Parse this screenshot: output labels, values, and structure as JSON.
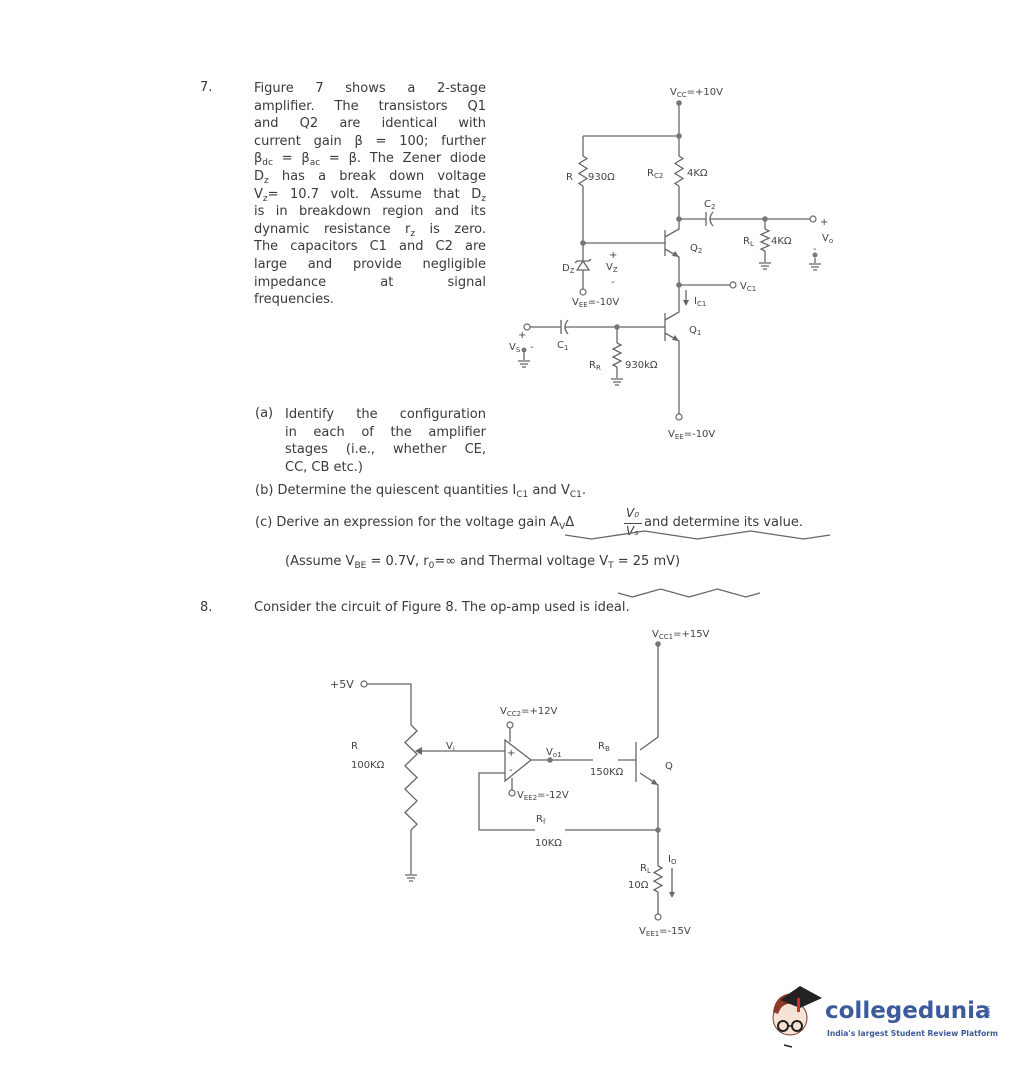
{
  "q7": {
    "number": "7.",
    "intro_lines": [
      [
        {
          "t": "Figure 7 shows a 2-stage"
        }
      ],
      [
        {
          "t": "amplifier. The transistors Q1"
        }
      ],
      [
        {
          "t": "and Q2 are identical with"
        }
      ],
      [
        {
          "t": "current gain β = 100; further"
        }
      ],
      [
        {
          "t": "β"
        },
        {
          "t": "dc",
          "s": 1
        },
        {
          "t": " = β"
        },
        {
          "t": "ac",
          "s": 1
        },
        {
          "t": " = β. The Zener diode"
        }
      ],
      [
        {
          "t": "D"
        },
        {
          "t": "z",
          "s": 1
        },
        {
          "t": " has a break down voltage"
        }
      ],
      [
        {
          "t": "V"
        },
        {
          "t": "z",
          "s": 1
        },
        {
          "t": "= 10.7 volt. Assume that D"
        },
        {
          "t": "z",
          "s": 1
        }
      ],
      [
        {
          "t": "is in breakdown region and its"
        }
      ],
      [
        {
          "t": "dynamic resistance r"
        },
        {
          "t": "z",
          "s": 1
        },
        {
          "t": " is zero."
        }
      ],
      [
        {
          "t": "The capacitors C1 and C2 are"
        }
      ],
      [
        {
          "t": "large and provide negligible"
        }
      ],
      [
        {
          "t": "impedance at signal"
        }
      ],
      [
        {
          "t": "frequencies."
        }
      ]
    ],
    "part_a": {
      "label": "(a)",
      "lines": [
        [
          {
            "t": "Identify the configuration"
          }
        ],
        [
          {
            "t": "in each of the amplifier"
          }
        ],
        [
          {
            "t": "stages (i.e., whether CE,"
          }
        ],
        [
          {
            "t": "CC, CB etc.)"
          }
        ]
      ]
    },
    "part_b": [
      {
        "t": "(b) Determine the quiescent quantities I"
      },
      {
        "t": "C1",
        "s": 1
      },
      {
        "t": " and V"
      },
      {
        "t": "C1",
        "s": 1
      },
      {
        "t": "."
      }
    ],
    "part_c": [
      {
        "t": "(c) Derive an expression for the voltage gain A"
      },
      {
        "t": "V",
        "s": 1
      },
      {
        "t": "Δ"
      }
    ],
    "part_c_fraction": {
      "num": "V₀",
      "den": "Vₛ"
    },
    "part_c_end": "and determine its value.",
    "assume": [
      {
        "t": "(Assume V"
      },
      {
        "t": "BE",
        "s": 1
      },
      {
        "t": " = 0.7V, r"
      },
      {
        "t": "0",
        "s": 1
      },
      {
        "t": "=∞ and Thermal voltage V"
      },
      {
        "t": "T",
        "s": 1
      },
      {
        "t": " = 25 mV)"
      }
    ]
  },
  "figure7": {
    "vcc": [
      {
        "t": "V"
      },
      {
        "t": "CC",
        "s": 1
      },
      {
        "t": "=+10V"
      }
    ],
    "r_label": [
      {
        "t": "R"
      }
    ],
    "r_value": [
      {
        "t": "930Ω"
      }
    ],
    "rc2_label": [
      {
        "t": "R"
      },
      {
        "t": "C2",
        "s": 1
      }
    ],
    "rc2_value": [
      {
        "t": "4KΩ"
      }
    ],
    "c2_label": [
      {
        "t": "C"
      },
      {
        "t": "2",
        "s": 1
      }
    ],
    "out_plus": [
      {
        "t": "+"
      }
    ],
    "vo_label": [
      {
        "t": "V"
      },
      {
        "t": "o",
        "s": 1
      }
    ],
    "out_minus": [
      {
        "t": "-"
      }
    ],
    "rl_label": [
      {
        "t": "R"
      },
      {
        "t": "L",
        "s": 1
      }
    ],
    "rl_value": [
      {
        "t": "4KΩ"
      }
    ],
    "q2_label": [
      {
        "t": "Q"
      },
      {
        "t": "2",
        "s": 1
      }
    ],
    "dz_label": [
      {
        "t": "D"
      },
      {
        "t": "Z",
        "s": 1
      }
    ],
    "vz_plus": [
      {
        "t": "+"
      }
    ],
    "vz_label": [
      {
        "t": "V"
      },
      {
        "t": "Z",
        "s": 1
      }
    ],
    "vz_minus": [
      {
        "t": "-"
      }
    ],
    "vee_zener": [
      {
        "t": "V"
      },
      {
        "t": "EE",
        "s": 1
      },
      {
        "t": "=-10V"
      }
    ],
    "vc1_label": [
      {
        "t": "V"
      },
      {
        "t": "C1",
        "s": 1
      }
    ],
    "ic1_label": [
      {
        "t": "I"
      },
      {
        "t": "C1",
        "s": 1
      }
    ],
    "q1_label": [
      {
        "t": "Q"
      },
      {
        "t": "1",
        "s": 1
      }
    ],
    "vs_plus": [
      {
        "t": "+"
      }
    ],
    "vs_label": [
      {
        "t": "V"
      },
      {
        "t": "S",
        "s": 1
      }
    ],
    "vs_minus": [
      {
        "t": "-"
      }
    ],
    "c1_label": [
      {
        "t": "C"
      },
      {
        "t": "1",
        "s": 1
      }
    ],
    "rr_label": [
      {
        "t": "R"
      },
      {
        "t": "R",
        "s": 1
      }
    ],
    "rr_value": [
      {
        "t": "930kΩ"
      }
    ],
    "vee_bottom": [
      {
        "t": "V"
      },
      {
        "t": "EE",
        "s": 1
      },
      {
        "t": "=-10V"
      }
    ]
  },
  "q8": {
    "number": "8.",
    "text": "Consider the circuit of Figure 8. The op-amp used is ideal."
  },
  "figure8": {
    "vcc1": [
      {
        "t": "V"
      },
      {
        "t": "CC1",
        "s": 1
      },
      {
        "t": "=+15V"
      }
    ],
    "plus5v": [
      {
        "t": "+5V"
      }
    ],
    "r_label": [
      {
        "t": "R"
      }
    ],
    "r_value": [
      {
        "t": "100KΩ"
      }
    ],
    "vi_label": [
      {
        "t": "V"
      },
      {
        "t": "i",
        "s": 1
      }
    ],
    "vcc2": [
      {
        "t": "V"
      },
      {
        "t": "CC2",
        "s": 1
      },
      {
        "t": "=+12V"
      }
    ],
    "vee2": [
      {
        "t": "V"
      },
      {
        "t": "EE2",
        "s": 1
      },
      {
        "t": "=-12V"
      }
    ],
    "plus_in": [
      {
        "t": "+"
      }
    ],
    "minus_in": [
      {
        "t": "-"
      }
    ],
    "vo1_label": [
      {
        "t": "V"
      },
      {
        "t": "o1",
        "s": 1
      }
    ],
    "rb_label": [
      {
        "t": "R"
      },
      {
        "t": "B",
        "s": 1
      }
    ],
    "rb_value": [
      {
        "t": "150KΩ"
      }
    ],
    "q_label": [
      {
        "t": "Q"
      }
    ],
    "rf_label": [
      {
        "t": "R"
      },
      {
        "t": "f",
        "s": 1
      }
    ],
    "rf_value": [
      {
        "t": "10KΩ"
      }
    ],
    "io_label": [
      {
        "t": "I"
      },
      {
        "t": "O",
        "s": 1
      }
    ],
    "rl_label": [
      {
        "t": "R"
      },
      {
        "t": "L",
        "s": 1
      }
    ],
    "rl_value": [
      {
        "t": "10Ω"
      }
    ],
    "vee1": [
      {
        "t": "V"
      },
      {
        "t": "EE1",
        "s": 1
      },
      {
        "t": "=-15V"
      }
    ]
  },
  "logo": {
    "brand": "collegedunia",
    "domain": ".com",
    "tagline": "India's largest Student Review Platform",
    "brand_color": "#3d5a9b",
    "cap_color": "#d42a2a"
  }
}
